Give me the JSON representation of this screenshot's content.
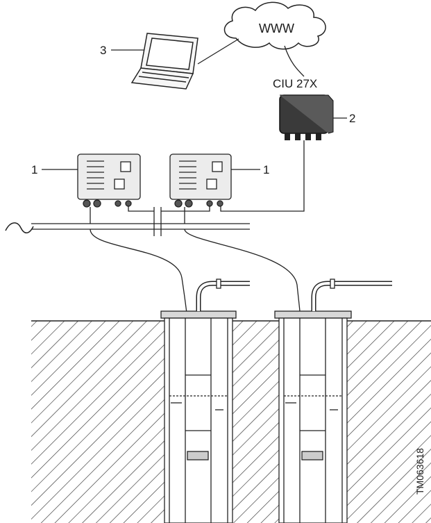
{
  "labels": {
    "cloud": "WWW",
    "ciu_model": "CIU 27X",
    "callout_laptop": "3",
    "callout_ciu": "2",
    "callout_controller_left": "1",
    "callout_controller_right": "1",
    "drawing_number": "TM063618"
  },
  "icons": [
    "laptop-icon",
    "cloud-icon",
    "ciu-module-icon",
    "controller-box-icon",
    "ac-power-symbol-icon",
    "borehole-pump-icon"
  ],
  "colors": {
    "line": "#222222",
    "device_body": "#e8e8e8",
    "ciu_body": "#2f2f2f"
  }
}
